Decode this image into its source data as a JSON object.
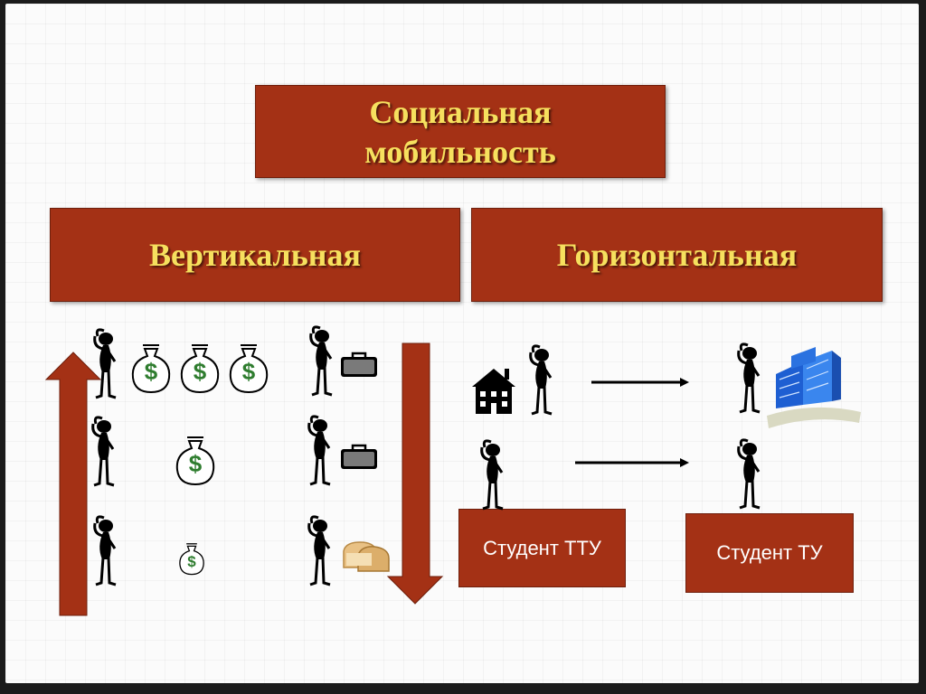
{
  "title": {
    "line1": "Социальная",
    "line2": "мобильность"
  },
  "branches": {
    "vertical": "Вертикальная",
    "horizontal": "Горизонтальная"
  },
  "horizontal_examples": {
    "student_ttu": "Студент ТТУ",
    "student_tu": "Студент ТУ"
  },
  "money_symbol": "$",
  "icons": {
    "person": "person-icon",
    "money_bag": "money-bag-icon",
    "briefcase": "briefcase-icon",
    "bread": "bread-icon",
    "house": "house-icon",
    "office_building": "office-building-icon"
  },
  "colors": {
    "box_fill": "#a43115",
    "title_text": "#f6e05e",
    "label_text": "#ffffff",
    "money_green": "#2f7d2f"
  }
}
